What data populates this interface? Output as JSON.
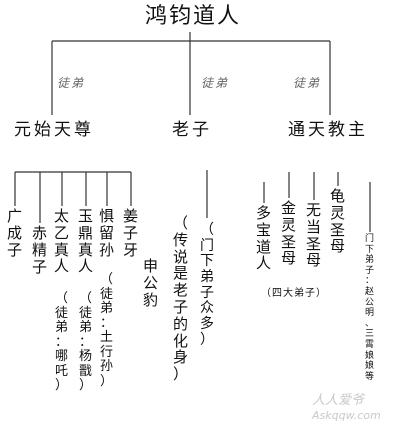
{
  "root": "鸿钧道人",
  "relations": [
    "徒弟",
    "徒弟",
    "徒弟"
  ],
  "disciples": {
    "yuanshi": "元始天尊",
    "laozi": "老子",
    "tongtian": "通天教主"
  },
  "yuanshi_branch": {
    "guangchengzi": "广成子",
    "chijingzi": "赤精子",
    "taiyi": "太乙真人",
    "taiyi_note": "（徒弟：哪吒）",
    "yuding": "玉鼎真人",
    "yuding_note": "（徒弟：杨戬）",
    "juliusun": "惧留孙",
    "juliusun_note": "（徒弟：土行孙）",
    "jiangziya": "姜子牙",
    "shengongbao": "申公豹"
  },
  "laozi_branch": {
    "note_incarnation": "（传说是老子的化身）",
    "note_disciples": "（门下弟子众多）"
  },
  "tongtian_branch": {
    "duobao": "多宝道人",
    "jinling": "金灵圣母",
    "wudang": "无当圣母",
    "guiling": "龟灵圣母",
    "four_disciples": "（四大弟子）",
    "other_disciples": "门下弟子：赵公明、三霄娘娘等"
  },
  "watermark": {
    "brand": "人人爱爷",
    "url": "Askqqw.com"
  }
}
